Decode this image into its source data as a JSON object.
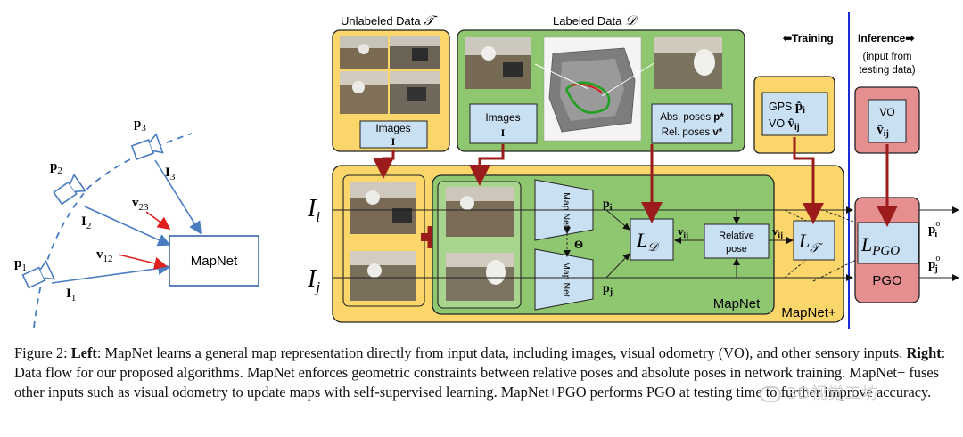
{
  "left": {
    "poses": [
      "p",
      "p",
      "p"
    ],
    "pose_subs": [
      "1",
      "2",
      "3"
    ],
    "images": [
      "I",
      "I",
      "I"
    ],
    "image_subs": [
      "1",
      "2",
      "3"
    ],
    "vos": [
      "v",
      "v"
    ],
    "vo_subs": [
      "12",
      "23"
    ],
    "mapnet_box": "MapNet"
  },
  "top": {
    "unlabeled_title": "Unlabeled Data",
    "unlabeled_symbol": "𝒯",
    "labeled_title": "Labeled Data",
    "labeled_symbol": "𝒟",
    "images_label": "Images",
    "images_symbol": "I",
    "abs_poses": "Abs. poses",
    "abs_sym": "p*",
    "rel_poses": "Rel. poses",
    "rel_sym": "v*",
    "training": "⬅Training",
    "inference": "Inference➡",
    "inference_note_1": "(input from",
    "inference_note_2": "testing data)",
    "gps": "GPS",
    "gps_sym": "p̂",
    "gps_sub": "i",
    "vo": "VO",
    "vo_sym": "v̂",
    "vo_sub": "ij"
  },
  "main": {
    "Ii": "I",
    "Ii_sub": "i",
    "Ij": "I",
    "Ij_sub": "j",
    "mapnet_top": "Map Net",
    "mapnet_bottom": "Map Net",
    "theta": "Θ",
    "pi": "p",
    "pi_sub": "i",
    "pj": "p",
    "pj_sub": "j",
    "LD": "L",
    "LD_sub": "𝒟",
    "LT": "L",
    "LT_sub": "𝒯",
    "vij": "v",
    "vij_sub": "ij",
    "vij2": "v",
    "vij2_sub": "ij",
    "relative_1": "Relative",
    "relative_2": "pose",
    "mapnet_label": "MapNet",
    "mapnetplus_label": "MapNet+",
    "lpgo": "L",
    "lpgo_sub": "PGO",
    "pgo": "PGO",
    "out_pi": "p",
    "out_pi_sub": "i",
    "out_pi_sup": "o",
    "out_pj": "p",
    "out_pj_sub": "j",
    "out_pj_sup": "o"
  },
  "caption": {
    "figure": "Figure 2:",
    "left_head": "Left",
    "left_text": ": MapNet learns a general map representation directly from input data, including images, visual odometry (VO), and other sensory inputs.",
    "right_head": "Right",
    "right_text": ": Data flow for our proposed algorithms. MapNet enforces geometric constraints between relative poses and absolute poses in network training. MapNet+ fuses other inputs such as visual odometry to update maps with self-supervised learning. MapNet+PGO performs PGO at testing time to further improve accuracy."
  },
  "watermark": "3D视觉工坊",
  "colors": {
    "yellow": "#fbd66b",
    "green": "#8fc770",
    "lightblue": "#c9dff2",
    "pink": "#e58f90",
    "darkred": "#9c1c1c",
    "blue_arrow": "#4a7cc2",
    "red_arrow": "#e02020",
    "divider": "#1a2fd1"
  }
}
